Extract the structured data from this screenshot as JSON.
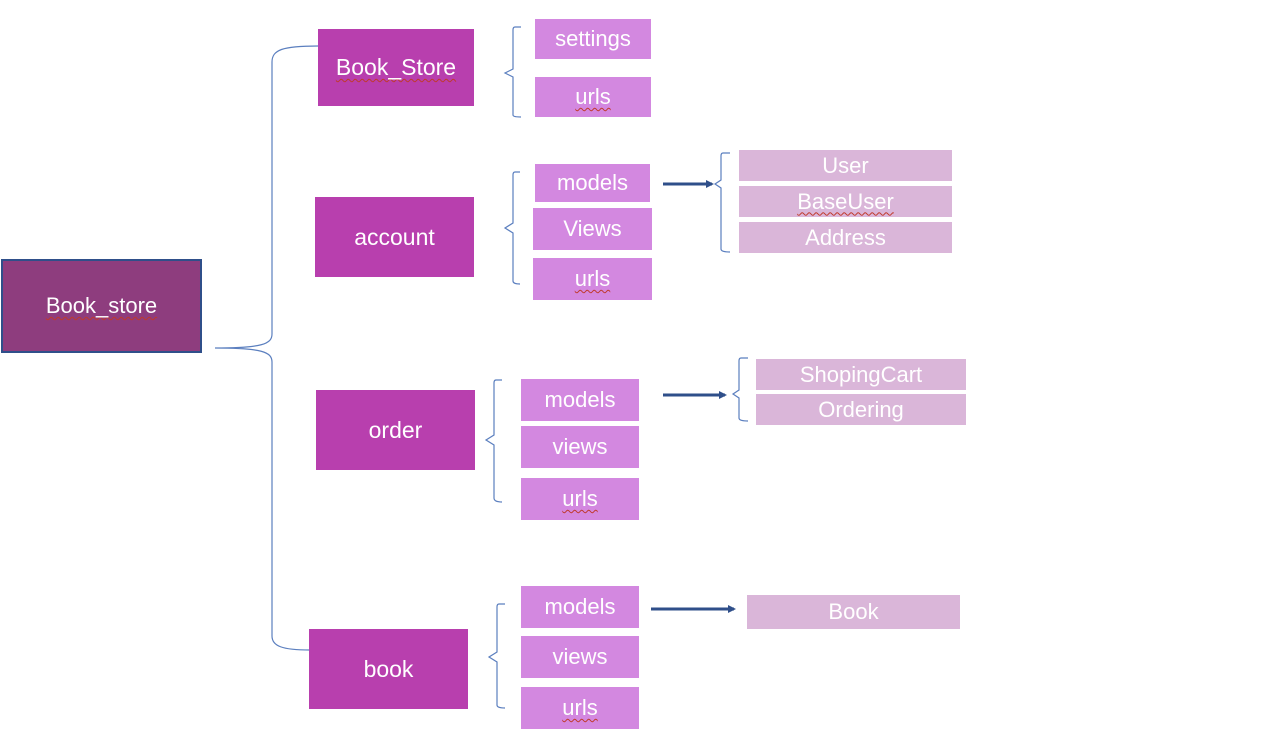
{
  "root": {
    "label": "Book_store"
  },
  "modules": [
    {
      "label": "Book_Store",
      "files": [
        "settings",
        "urls"
      ],
      "models": []
    },
    {
      "label": "account",
      "files": [
        "models",
        "Views",
        "urls"
      ],
      "models": [
        "User",
        "BaseUser",
        "Address"
      ]
    },
    {
      "label": "order",
      "files": [
        "models",
        "views",
        "urls"
      ],
      "models": [
        "ShopingCart",
        "Ordering"
      ]
    },
    {
      "label": "book",
      "files": [
        "models",
        "views",
        "urls"
      ],
      "models": [
        "Book"
      ]
    }
  ],
  "colors": {
    "root_fill": "#8e3d7e",
    "root_border": "#2f4f8a",
    "module_fill": "#b83fae",
    "file_fill": "#d388e0",
    "model_fill": "#dab6d9",
    "bracket": "#5b7fbf",
    "arrow": "#2f4f8a",
    "text": "#ffffff"
  }
}
